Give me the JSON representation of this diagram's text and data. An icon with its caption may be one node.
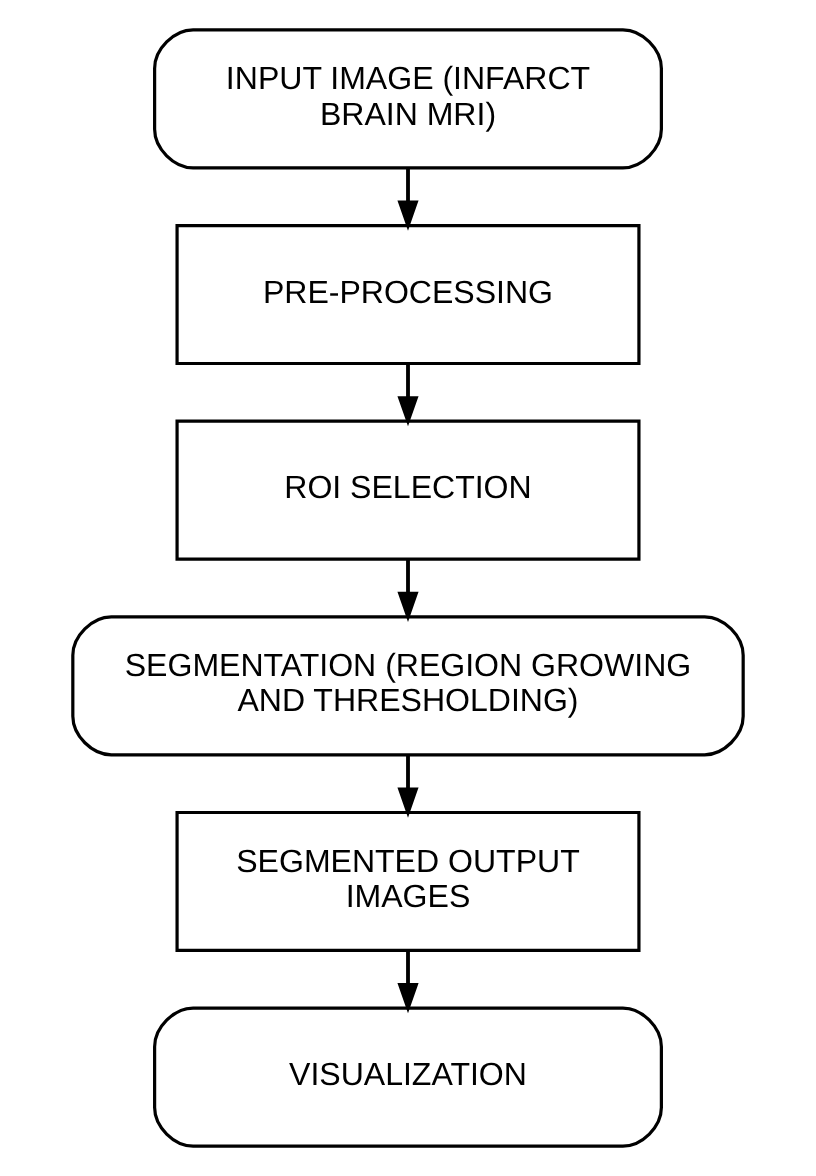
{
  "diagram": {
    "nodes": [
      {
        "text": [
          "INPUT IMAGE (INFARCT BRAIN MRI)"
        ]
      },
      {
        "text": [
          "PRE-PROCESSING"
        ]
      },
      {
        "text": [
          "ROI SELECTION"
        ]
      },
      {
        "text": [
          "SEGMENTATION (REGION GROWING AND THRESHOLDING)"
        ]
      },
      {
        "text": [
          "SEGMENTED OUTPUT IMAGES"
        ]
      },
      {
        "text": [
          "VISUALIZATION"
        ]
      }
    ],
    "edges": [
      {
        "from": 0,
        "to": 1,
        "arrow": "to"
      },
      {
        "from": 1,
        "to": 2,
        "arrow": "to"
      },
      {
        "from": 2,
        "to": 3,
        "arrow": "to"
      },
      {
        "from": 3,
        "to": 4,
        "arrow": "to"
      },
      {
        "from": 4,
        "to": 5,
        "arrow": "to"
      }
    ]
  }
}
